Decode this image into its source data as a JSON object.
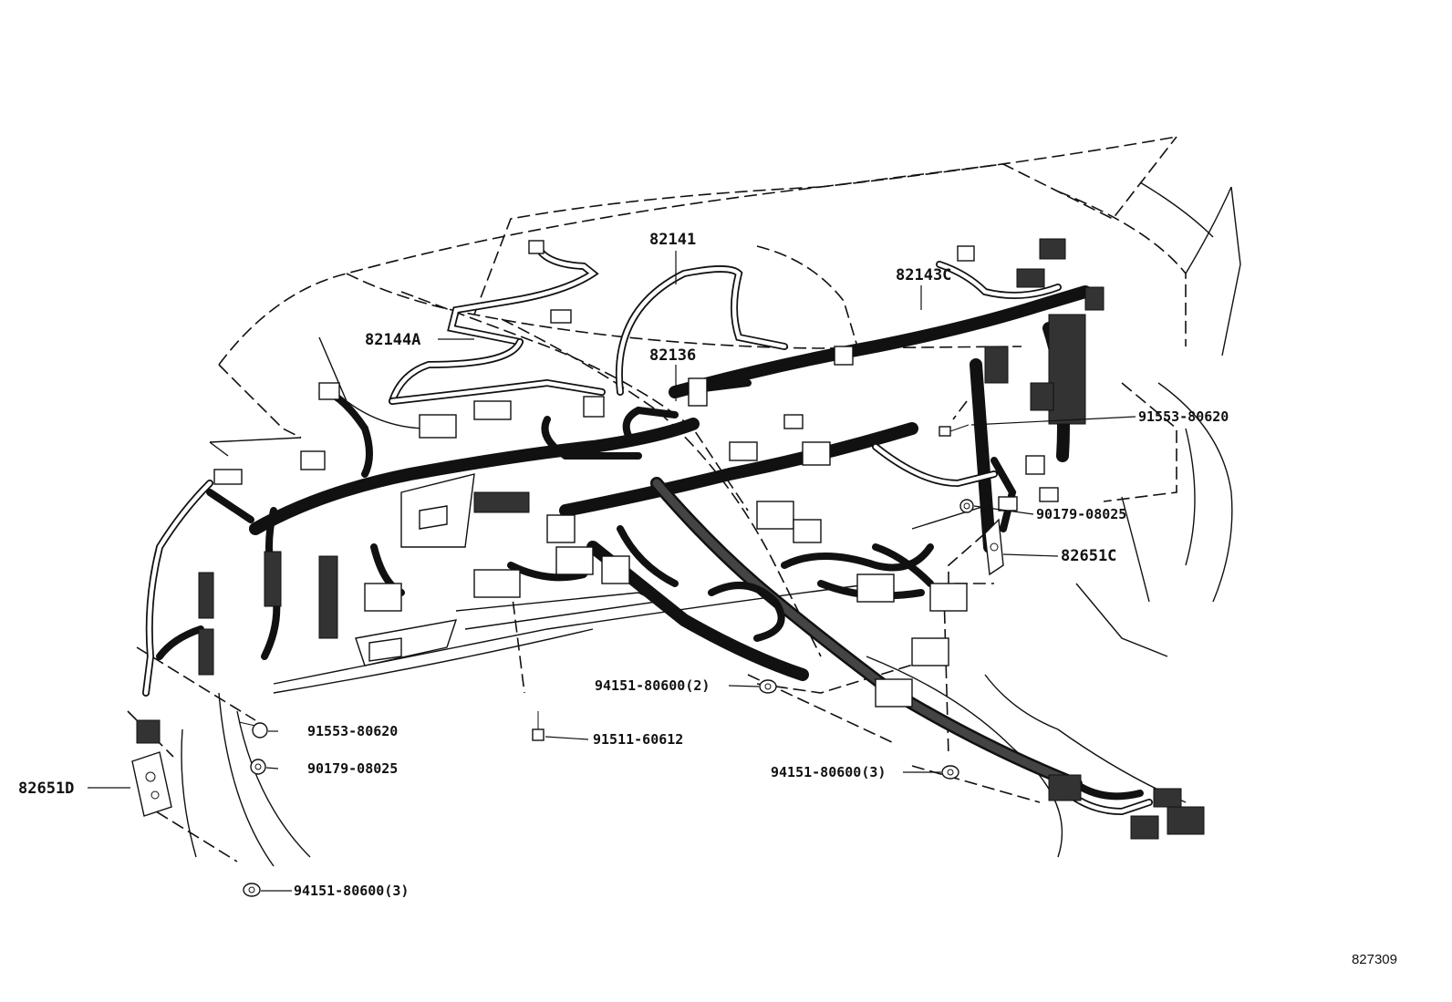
{
  "callouts": {
    "c82141": "82141",
    "c82143C": "82143C",
    "c82144A": "82144A",
    "c82136": "82136",
    "c91553_right": "91553-80620",
    "c90179_right": "90179-08025",
    "c82651C": "82651C",
    "c94151_2": "94151-80600(2)",
    "c91553_left": "91553-80620",
    "c91511": "91511-60612",
    "c90179_left": "90179-08025",
    "c82651D": "82651D",
    "c94151_3_mid": "94151-80600(3)",
    "c94151_3_bottom": "94151-80600(3)"
  },
  "figure_id": "827309"
}
